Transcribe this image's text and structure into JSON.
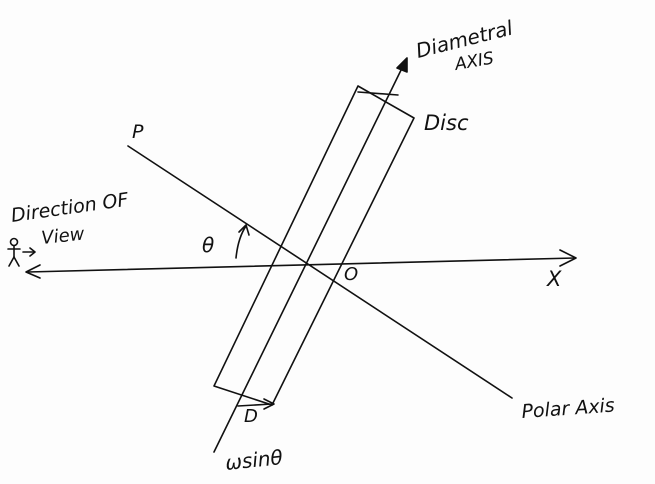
{
  "labels": {
    "diametral_axis_line1": "Diametral",
    "diametral_axis_line2": "AXIS",
    "disc": "Disc",
    "p": "P",
    "direction_line1": "Direction OF",
    "direction_line2": "View",
    "theta": "θ",
    "origin": "O",
    "x": "X",
    "d": "D",
    "omega_sin_theta": "ωsinθ",
    "polar_axis": "Polar Axis"
  },
  "colors": {
    "ink": "#111111",
    "paper": "#fdfdfd"
  }
}
